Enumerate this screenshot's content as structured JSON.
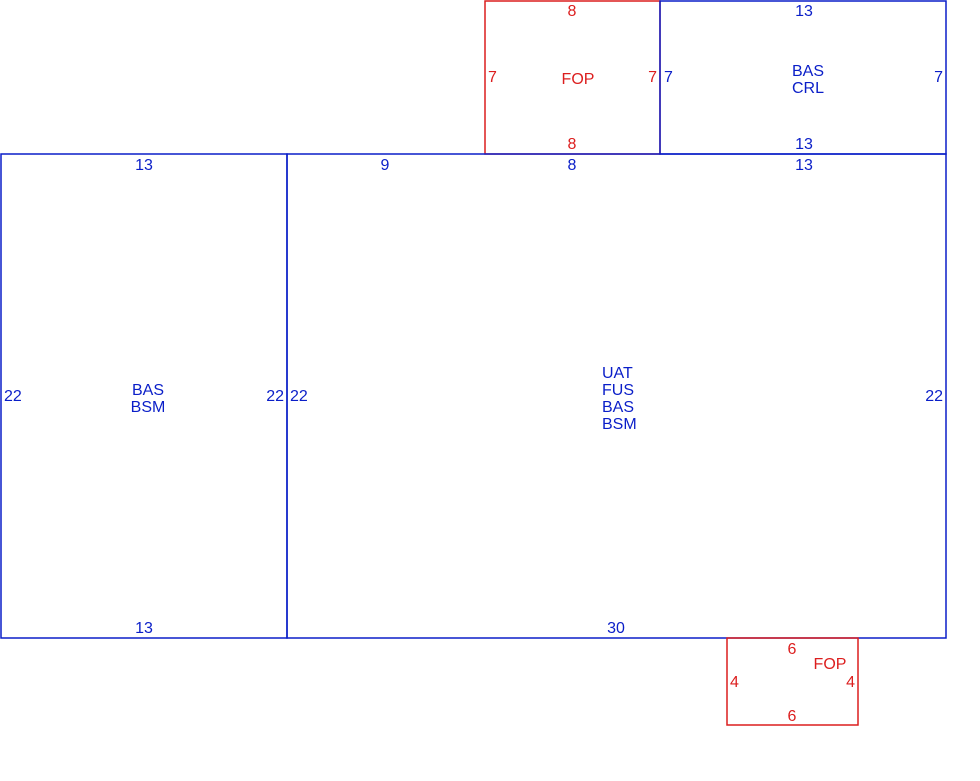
{
  "colors": {
    "blue": "#0a1ec8",
    "red": "#dc1e1e"
  },
  "sections": [
    {
      "id": "fop-top",
      "color": "red",
      "labels": [
        "FOP"
      ],
      "dims": {
        "top": "8",
        "bottom": "8",
        "left": "7",
        "right": "7"
      }
    },
    {
      "id": "bas-crl",
      "color": "blue",
      "labels": [
        "BAS",
        "CRL"
      ],
      "dims": {
        "top": "13",
        "bottom": "13",
        "left": "7",
        "right": "7"
      }
    },
    {
      "id": "bas-bsm",
      "color": "blue",
      "labels": [
        "BAS",
        "BSM"
      ],
      "dims": {
        "top": "13",
        "bottom": "13",
        "left": "22",
        "right": "22"
      }
    },
    {
      "id": "main",
      "color": "blue",
      "labels": [
        "UAT",
        "FUS",
        "BAS",
        "BSM"
      ],
      "dims": {
        "top_a": "9",
        "top_b": "8",
        "top_c": "13",
        "bottom": "30",
        "left": "22",
        "right": "22"
      }
    },
    {
      "id": "fop-bottom",
      "color": "red",
      "labels": [
        "FOP"
      ],
      "dims": {
        "top": "6",
        "bottom": "6",
        "left": "4",
        "right": "4"
      }
    }
  ]
}
